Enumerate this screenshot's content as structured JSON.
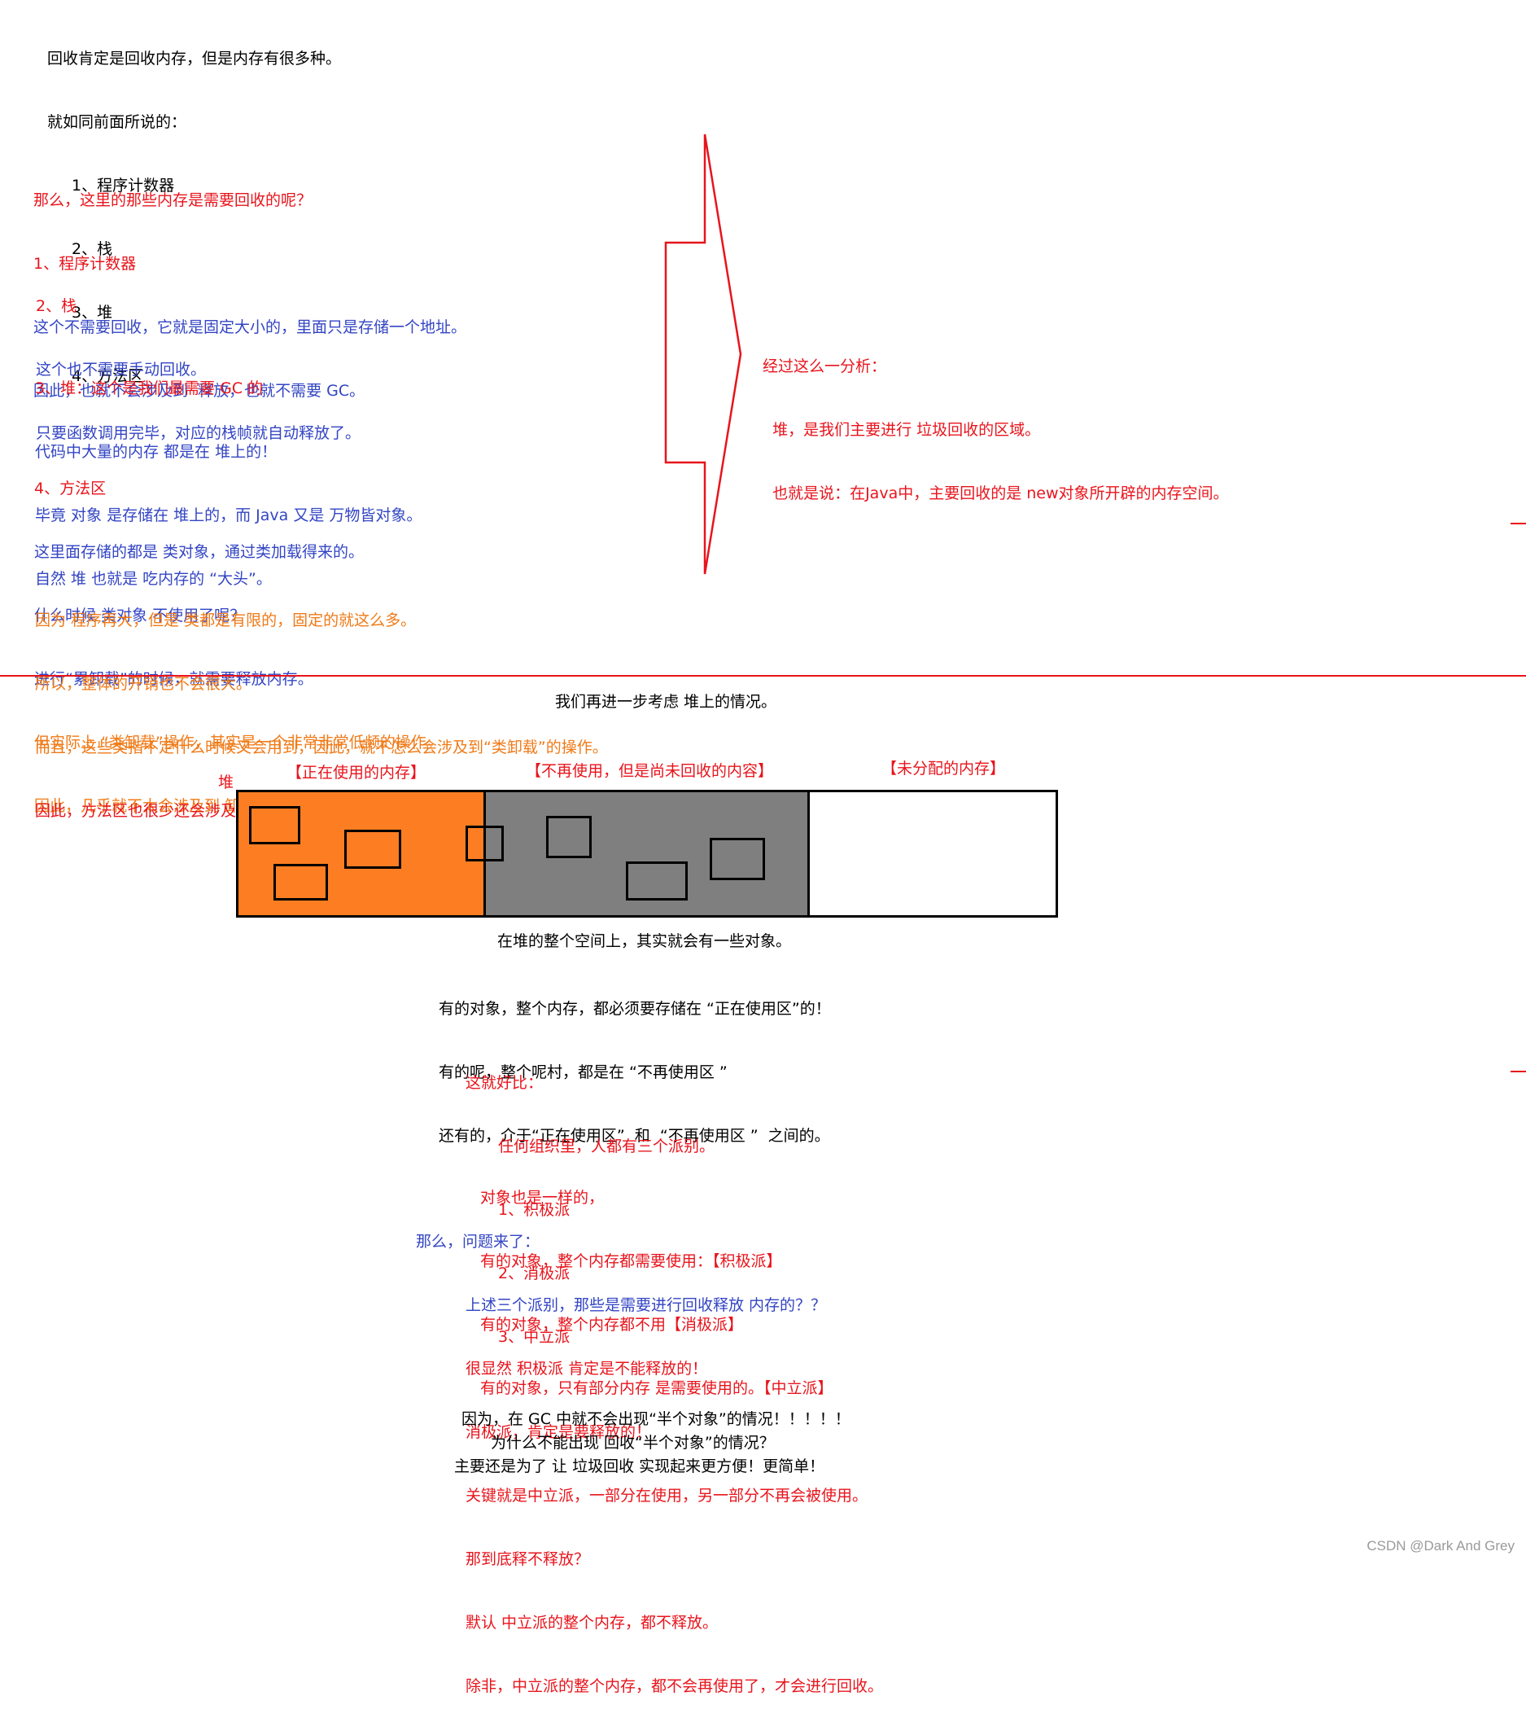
{
  "intro": [
    "回收肯定是回收内存，但是内存有很多种。",
    "就如同前面所说的：",
    "1、程序计数器",
    "2、栈",
    "3、堆",
    "4、方法区"
  ],
  "q1": {
    "question": "那么，这里的那些内存是需要回收的呢？",
    "title": "1、程序计数器",
    "lines": [
      "这个不需要回收，它就是固定大小的，里面只是存储一个地址。",
      "因此，也就不会涉及到  释放，也就不需要 GC。"
    ]
  },
  "q2": {
    "title": "2、栈",
    "lines": [
      "这个也不需要手动回收。",
      "只要函数调用完毕，对应的栈帧就自动释放了。"
    ]
  },
  "q3": {
    "title": "3、堆：这个是我们最需要 GC 的",
    "lines": [
      "代码中大量的内存 都是在 堆上的！",
      "毕竟 对象 是存储在 堆上的，而 Java 又是 万物皆对象。",
      "自然 堆 也就是 吃内存的 “大头”。"
    ]
  },
  "q4": {
    "title": "4、方法区",
    "blue": [
      "这里面存储的都是 类对象，通过类加载得来的。",
      "什么时候 类对象 不使用了呢？",
      "进行“累卸载”的时候，就需要释放内存。"
    ],
    "orange": [
      "但实际上 “类卸载”操作，其实是一个非常非常低频的操作。",
      "因此，几乎就不太会涉及到 卸载。"
    ],
    "orange2": [
      "因为 程序再大，但是 类都是有限的，固定的就这么多。",
      "所以，整体的开销也不会很大。",
      "而且，这些类指不定什么时候又会用到，因此，就不怎么会涉及到“类卸载”的操作。"
    ],
    "red_last": "因此，方法区也很少还会涉及到 垃圾回收。"
  },
  "analysis": [
    "经过这么一分析：",
    "  堆，是我们主要进行 垃圾回收的区域。",
    "  也就是说：在Java中，主要回收的是 new对象所开辟的内存空间。"
  ],
  "step_title": "我们再进一步考虑 堆上的情况。",
  "heap": {
    "label": "堆",
    "seg_labels": [
      "【正在使用的内存】",
      "【不再使用，但是尚未回收的内容】",
      "【未分配的内存】"
    ],
    "colors": {
      "in_use": "#fd7e22",
      "unused": "#7f7f7f",
      "free": "#ffffff"
    }
  },
  "desc": {
    "first": "在堆的整个空间上，其实就会有一些对象。",
    "lines": [
      "有的对象，整个内存，都必须要存储在 “正在使用区”的！",
      "有的呢，整个呢村，都是在 “不再使用区 ”",
      "还有的，介于“正在使用区”  和  “不再使用区 ”  之间的。"
    ]
  },
  "analogy": {
    "title": "这就好比：",
    "lines": [
      "任何组织里，人都有三个派别。",
      "1、积极派",
      "2、消极派",
      "3、中立派"
    ]
  },
  "objects": {
    "lines": [
      "对象也是一样的，",
      "有的对象，整个内存都需要使用：【积极派】",
      "有的对象，整个内存都不用【消极派】",
      "有的对象，只有部分内存 是需要使用的。【中立派】"
    ]
  },
  "question": {
    "title": "那么，问题来了：",
    "first": "上述三个派别，那些是需要进行回收释放 内存的？？",
    "red": [
      "很显然 积极派 肯定是不能释放的！",
      "消极派，肯定是要释放的！",
      "关键就是中立派，一部分在使用，另一部分不再会被使用。",
      "那到底释不释放？",
      "默认 中立派的整个内存，都不释放。",
      "除非，中立派的整个内存，都不会再使用了，才会进行回收。"
    ]
  },
  "conclusion": [
    "因为，在 GC 中就不会出现“半个对象”的情况！！！！！",
    "为什么不能出现 回收“半个对象”的情况？",
    "主要还是为了 让 垃圾回收 实现起来更方便！更简单！"
  ],
  "watermark": "CSDN @Dark And Grey",
  "colors": {
    "red": "#e8141c",
    "blue": "#3345c4",
    "orange": "#f07a17"
  }
}
